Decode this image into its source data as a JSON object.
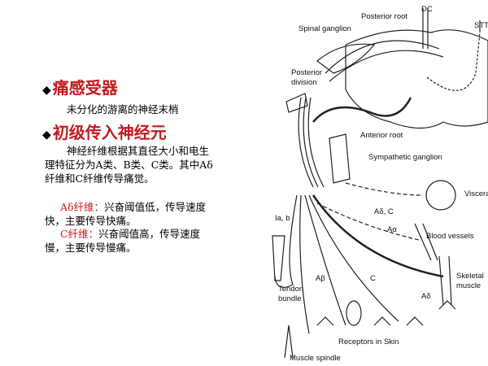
{
  "text": {
    "heading1": "痛感受器",
    "bullet": "◆",
    "line1": "未分化的游离的神经末梢",
    "heading2": "初级传入神经元",
    "para": [
      "神经纤维根据其直径大小和电生",
      "理特征分为A类、B类、C类。其中Aδ",
      "纤维和C纤维传导痛觉。"
    ],
    "adelta_label": "Aδ纤维：",
    "adelta_text1": "兴奋阈值低，传导速度",
    "adelta_text2": "快，主要传导快痛。",
    "c_label": "C纤维：",
    "c_text1": "兴奋阈值高，传导速度",
    "c_text2": "慢，主要传导慢痛。"
  },
  "diagram": {
    "dc": "DC",
    "posterior_root": "Posterior root",
    "spinal_ganglion": "Spinal ganglion",
    "stt": "STT",
    "posterior_division_1": "Posterior",
    "posterior_division_2": "division",
    "anterior_root": "Anterior root",
    "sympathetic_ganglion": "Sympathetic ganglion",
    "viscera": "Viscera",
    "adelta_c": "Aδ, C",
    "ia_b": "Ia, b",
    "blood_vessels": "Blood vessels",
    "a_alpha": "Aα",
    "skeletal_1": "Skeletal",
    "skeletal_2": "muscle",
    "a_beta": "Aβ",
    "c": "C",
    "tendon_1": "Tendon",
    "tendon_2": "bundle",
    "a_delta": "Aδ",
    "receptors": "Receptors in Skin",
    "muscle_spindle": "Muscle spindle"
  }
}
